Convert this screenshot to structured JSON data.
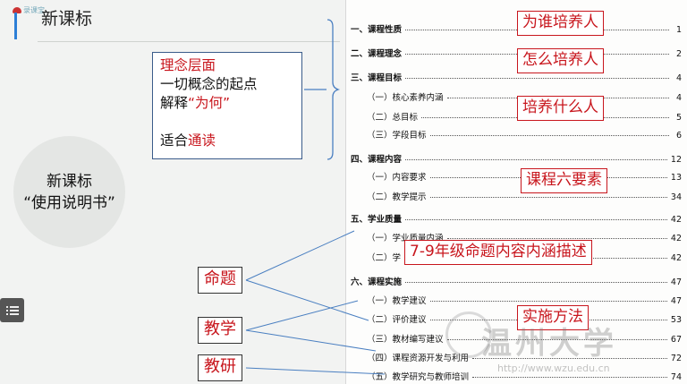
{
  "app": {
    "logo_text": "录课宝"
  },
  "slide": {
    "title": "新课标"
  },
  "concept_box": {
    "line1": "理念层面",
    "line2": "一切概念的起点",
    "line3_prefix": "解释",
    "line3_highlight": "“为何”",
    "line4_prefix": "适合",
    "line4_highlight": "通读"
  },
  "circle": {
    "line1": "新课标",
    "line2": "“使用说明书”"
  },
  "labels": {
    "mingti": "命题",
    "jiaoxue": "教学",
    "jiaoyan": "教研"
  },
  "toc": [
    {
      "title": "一、课程性质",
      "page": "1",
      "level": "main"
    },
    {
      "title": "二、课程理念",
      "page": "2",
      "level": "main"
    },
    {
      "title": "三、课程目标",
      "page": "4",
      "level": "main"
    },
    {
      "title": "（一）核心素养内涵",
      "page": "4",
      "level": "sub"
    },
    {
      "title": "（二）总目标",
      "page": "5",
      "level": "sub"
    },
    {
      "title": "（三）学段目标",
      "page": "6",
      "level": "sub"
    },
    {
      "title": "四、课程内容",
      "page": "12",
      "level": "main"
    },
    {
      "title": "（一）内容要求",
      "page": "13",
      "level": "sub"
    },
    {
      "title": "（二）教学提示",
      "page": "34",
      "level": "sub"
    },
    {
      "title": "五、学业质量",
      "page": "42",
      "level": "main"
    },
    {
      "title": "（一）学业质量内涵",
      "page": "42",
      "level": "sub"
    },
    {
      "title": "（二）学",
      "page": "42",
      "level": "sub"
    },
    {
      "title": "六、课程实施",
      "page": "47",
      "level": "main"
    },
    {
      "title": "（一）教学建议",
      "page": "47",
      "level": "sub"
    },
    {
      "title": "（二）评价建议",
      "page": "53",
      "level": "sub"
    },
    {
      "title": "（三）教材编写建议",
      "page": "67",
      "level": "sub"
    },
    {
      "title": "（四）课程资源开发与利用",
      "page": "72",
      "level": "sub"
    },
    {
      "title": "（五）教学研究与教师培训",
      "page": "74",
      "level": "sub"
    }
  ],
  "callouts": {
    "weishui": "为谁培养人",
    "zenme": "怎么培养人",
    "shenme": "培养什么人",
    "liuyaosu": "课程六要素",
    "miaoshu": "7-9年级命题内容内涵描述",
    "fangfa": "实施方法"
  },
  "watermark": {
    "text": "温州大学",
    "url": "http://www.wzu.edu.cn"
  },
  "colors": {
    "accent": "#2d7fd6",
    "highlight_red": "#c8161d",
    "box_border": "#3a5b8a",
    "connector": "#4a7fc1"
  },
  "icons": {
    "list_button": "list-icon",
    "logo": "cloud-logo-icon"
  }
}
